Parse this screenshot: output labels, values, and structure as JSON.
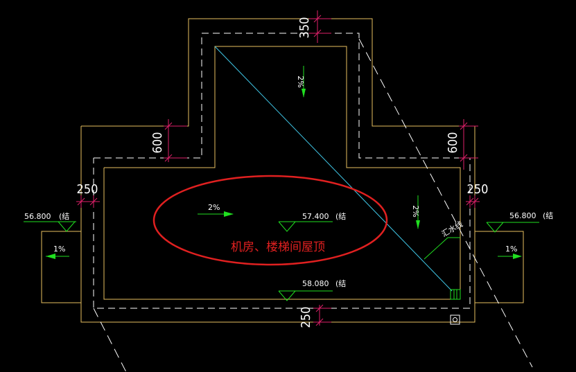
{
  "colors": {
    "background": "#000000",
    "outline": "#e8c060",
    "dashed": "#ffffff",
    "diagonal": "#40c8e8",
    "dimension": "#e0206a",
    "arrow": "#20e020",
    "highlight": "#e02020"
  },
  "dimensions": {
    "top": "350",
    "upper_left": "600",
    "upper_right": "600",
    "left": "250",
    "right": "250",
    "bottom": "250"
  },
  "elevations": {
    "left": {
      "value": "56.800",
      "suffix": "(结"
    },
    "center": {
      "value": "57.400",
      "suffix": "(结"
    },
    "lower": {
      "value": "58.080",
      "suffix": "(结"
    },
    "right": {
      "value": "56.800",
      "suffix": "(结"
    }
  },
  "slopes": {
    "top_vertical": "2%",
    "center_horizontal": "2%",
    "right_vertical": "2%",
    "left_small": "1%",
    "right_small": "1%"
  },
  "labels": {
    "drain_line": "汇水线",
    "area_title": "机房、楼梯间屋顶"
  }
}
